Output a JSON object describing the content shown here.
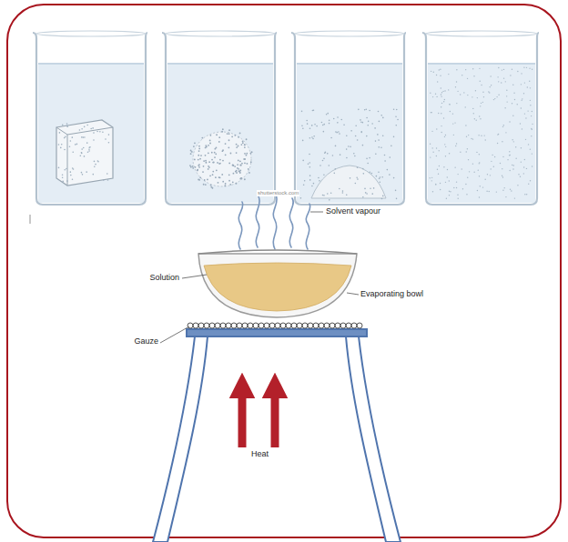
{
  "diagram": {
    "labels": [
      "Solvent vapour",
      "Solution",
      "Evaporating bowl",
      "Gauze",
      "Heat",
      "shutterstock.com"
    ]
  }
}
